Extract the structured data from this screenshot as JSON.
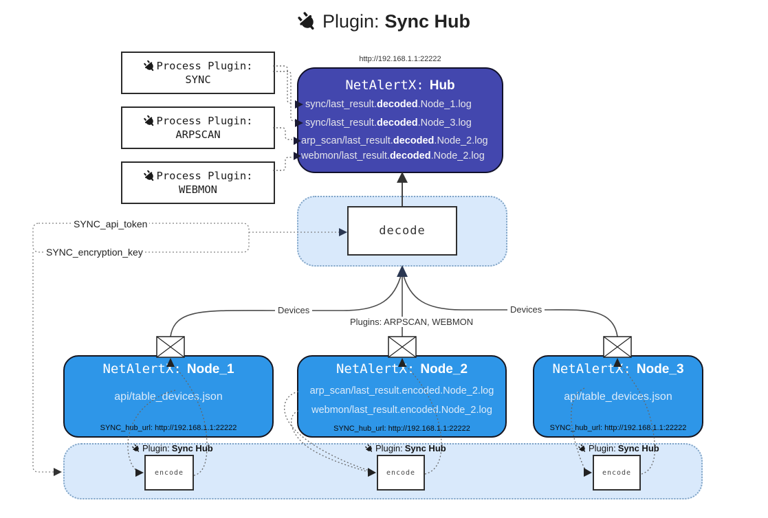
{
  "title": {
    "prefix": "Plugin:",
    "name": "Sync Hub"
  },
  "hub": {
    "url_label": "http://192.168.1.1:22222",
    "title_prefix": "NetAlertX:",
    "title_name": "Hub",
    "log_lines": [
      {
        "pre": "sync/last_result.",
        "bold": "decoded",
        "post": ".Node_1.log"
      },
      {
        "pre": "sync/last_result.",
        "bold": "decoded",
        "post": ".Node_3.log"
      },
      {
        "pre": "arp_scan/last_result.",
        "bold": "decoded",
        "post": ".Node_2.log"
      },
      {
        "pre": "webmon/last_result.",
        "bold": "decoded",
        "post": ".Node_2.log"
      }
    ]
  },
  "process_plugins": [
    {
      "label": "Process Plugin:",
      "name": "SYNC"
    },
    {
      "label": "Process Plugin:",
      "name": "ARPSCAN"
    },
    {
      "label": "Process Plugin:",
      "name": "WEBMON"
    }
  ],
  "decode_box": {
    "label": "decode"
  },
  "config": {
    "api_token_label": "SYNC_api_token",
    "encryption_key_label": "SYNC_encryption_key"
  },
  "edge_labels": {
    "devices_left": "Devices",
    "devices_right": "Devices",
    "plugins_center": "Plugins: ARPSCAN, WEBMON"
  },
  "nodes": [
    {
      "title_prefix": "NetAlertX:",
      "title_name": "Node_1",
      "files": [
        "api/table_devices.json"
      ],
      "hub_url": "SYNC_hub_url: http://192.168.1.1:22222"
    },
    {
      "title_prefix": "NetAlertX:",
      "title_name": "Node_2",
      "files": [
        "arp_scan/last_result.encoded.Node_2.log",
        "webmon/last_result.encoded.Node_2.log"
      ],
      "hub_url": "SYNC_hub_url: http://192.168.1.1:22222"
    },
    {
      "title_prefix": "NetAlertX:",
      "title_name": "Node_3",
      "files": [
        "api/table_devices.json"
      ],
      "hub_url": "SYNC_hub_url: http://192.168.1.1:22222"
    }
  ],
  "encode_plugins": [
    {
      "label_prefix": "Plugin:",
      "label_name": "Sync Hub",
      "box_label": "encode"
    },
    {
      "label_prefix": "Plugin:",
      "label_name": "Sync Hub",
      "box_label": "encode"
    },
    {
      "label_prefix": "Plugin:",
      "label_name": "Sync Hub",
      "box_label": "encode"
    }
  ],
  "colors": {
    "hub_fill": "#4347ae",
    "node_fill": "#2e96e8",
    "panel_fill": "#d9e9fb",
    "panel_border": "#7fa3c5",
    "wire_solid": "#4a4a4a",
    "wire_dotted": "#6f6f6f",
    "arrow_navy": "#2a3752"
  }
}
